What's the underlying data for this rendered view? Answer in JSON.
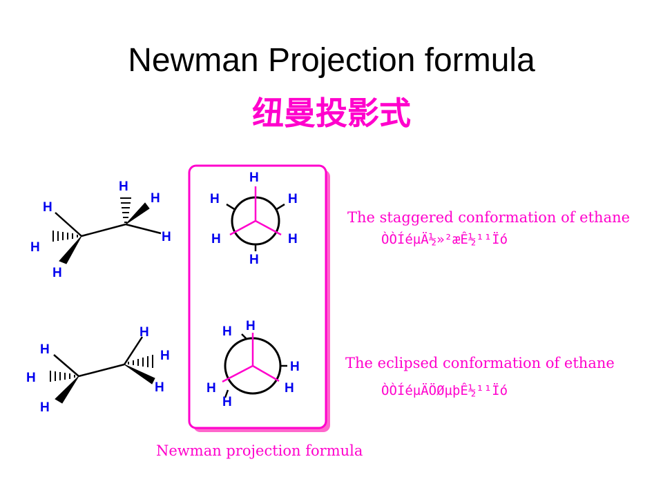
{
  "title": {
    "english": "Newman Projection formula",
    "chinese": "纽曼投影式"
  },
  "atom_label": "H",
  "conformations": {
    "staggered": {
      "english": "The staggered conformation of ethane",
      "garbled": "ÒÒÍéµÄ½»²æÊ½¹¹Ïó"
    },
    "eclipsed": {
      "english": "The eclipsed conformation of ethane",
      "garbled": "ÒÒÍéµÄÖØµþÊ½¹¹Ïó"
    }
  },
  "caption": "Newman projection formula",
  "colors": {
    "accent": "#ff00cc",
    "frame_shadow": "#ff66cc",
    "atom_label": "#0000ee",
    "bond": "#000000"
  }
}
